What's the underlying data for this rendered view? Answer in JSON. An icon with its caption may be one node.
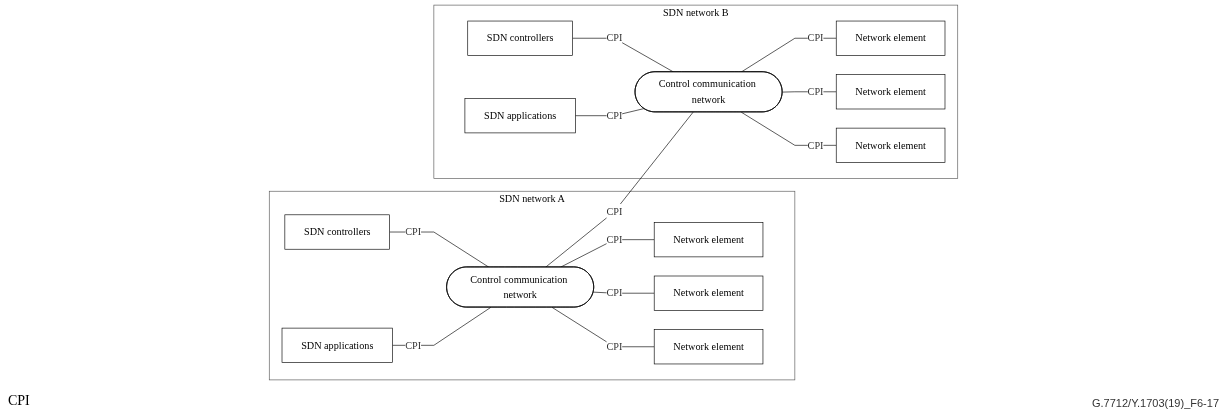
{
  "diagram": {
    "caption": "G.7712/Y.1703(19)_F6-17",
    "nodes": [
      {
        "text": [
          "SDN network A"
        ]
      },
      {
        "text": [
          "SDN controllers"
        ],
        "in": 0
      },
      {
        "text": [
          "SDN applications"
        ],
        "in": 0
      },
      {
        "text": [
          "Control communication network"
        ],
        "in": 0
      },
      {
        "text": [
          "Network element"
        ],
        "in": 0
      },
      {
        "text": [
          "Network element"
        ],
        "in": 0
      },
      {
        "text": [
          "Network element"
        ],
        "in": 0
      },
      {
        "text": [
          "SDN network B"
        ]
      },
      {
        "text": [
          "SDN controllers"
        ],
        "in": 7
      },
      {
        "text": [
          "SDN applications"
        ],
        "in": 7
      },
      {
        "text": [
          "Control communication network"
        ],
        "in": 7
      },
      {
        "text": [
          "Network element"
        ],
        "in": 7
      },
      {
        "text": [
          "Network element"
        ],
        "in": 7
      },
      {
        "text": [
          "Network element"
        ],
        "in": 7
      }
    ],
    "edges": [
      {
        "from": 1,
        "to": 3,
        "arrow": "none",
        "label": "CPI"
      },
      {
        "from": 2,
        "to": 3,
        "arrow": "none",
        "label": "CPI"
      },
      {
        "from": 3,
        "to": 4,
        "arrow": "none",
        "label": "CPI"
      },
      {
        "from": 3,
        "to": 5,
        "arrow": "none",
        "label": "CPI"
      },
      {
        "from": 3,
        "to": 6,
        "arrow": "none",
        "label": "CPI"
      },
      {
        "from": 3,
        "to": 10,
        "arrow": "none",
        "label": "CPI"
      },
      {
        "from": 8,
        "to": 10,
        "arrow": "none",
        "label": "CPI"
      },
      {
        "from": 9,
        "to": 10,
        "arrow": "none",
        "label": "CPI"
      },
      {
        "from": 10,
        "to": 11,
        "arrow": "none",
        "label": "CPI"
      },
      {
        "from": 10,
        "to": 12,
        "arrow": "none",
        "label": "CPI"
      },
      {
        "from": 10,
        "to": 13,
        "arrow": "none",
        "label": "CPI"
      }
    ],
    "labels": [
      "CPI"
    ]
  }
}
